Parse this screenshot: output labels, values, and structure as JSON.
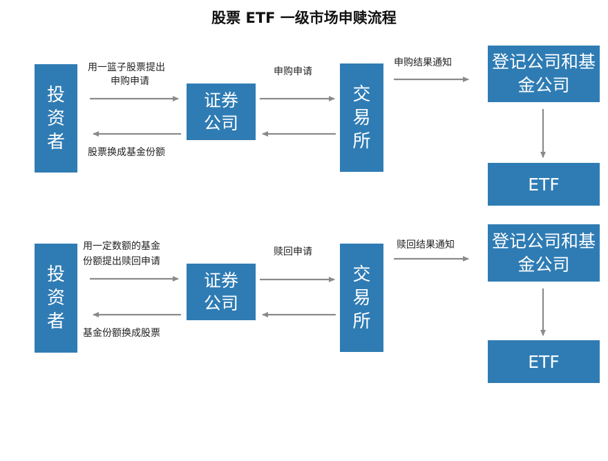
{
  "title": "股票 ETF 一级市场申赎流程",
  "colors": {
    "box": "#2f7cb4",
    "arrow": "#8a8a8a"
  },
  "subscription": {
    "investor": "投资者",
    "broker": "证券公司",
    "exchange": "交易所",
    "registrar": "登记公司和基金公司",
    "etf": "ETF",
    "arrow_investor_to_broker_line1": "用一篮子股票提出",
    "arrow_investor_to_broker_line2": "申购申请",
    "arrow_broker_to_investor": "股票换成基金份额",
    "arrow_broker_to_exchange": "申购申请",
    "arrow_exchange_to_registrar": "申购结果通知"
  },
  "redemption": {
    "investor": "投资者",
    "broker": "证券公司",
    "exchange": "交易所",
    "registrar": "登记公司和基金公司",
    "etf": "ETF",
    "arrow_investor_to_broker_line1": "用一定数额的基金",
    "arrow_investor_to_broker_line2": "份额提出赎回申请",
    "arrow_broker_to_investor": "基金份额换成股票",
    "arrow_broker_to_exchange": "赎回申请",
    "arrow_exchange_to_registrar": "赎回结果通知"
  }
}
